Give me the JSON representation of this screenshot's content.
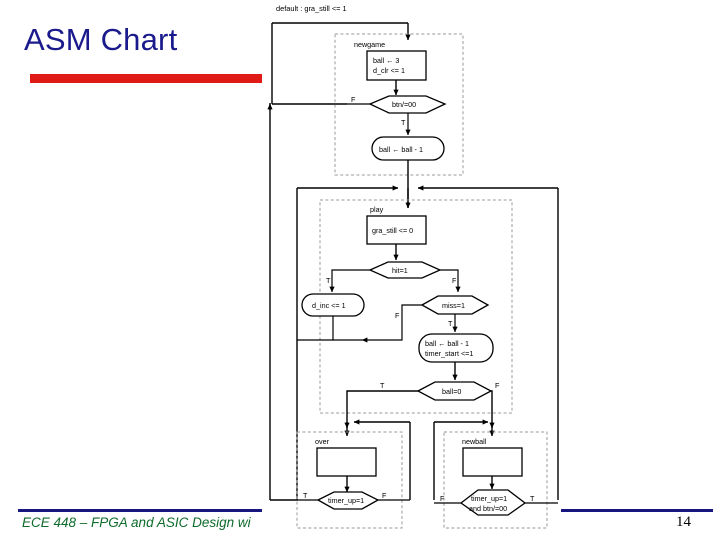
{
  "slide": {
    "title": "ASM Chart",
    "title_color": "#1a1a8c",
    "rule_color": "#e01b17",
    "footer_text": "ECE 448 – FPGA and ASIC Design wi",
    "footer_color": "#0d6b2b",
    "footer_rule_color": "#16167e",
    "page_number": "14"
  },
  "chart_data": {
    "type": "diagram",
    "title": "ASM Chart",
    "diagram_kind": "asm-chart",
    "default_annotation": "default : gra_still <= 1",
    "states": [
      {
        "name": "newgame",
        "outputs": [
          "ball ← 3",
          "d_clr <= 1"
        ],
        "decisions": [
          {
            "condition": "btn/=00",
            "true_label": "T",
            "false_label": "F"
          }
        ],
        "conditional_outputs": [
          "ball ← ball - 1"
        ]
      },
      {
        "name": "play",
        "outputs": [
          "gra_still <= 0"
        ],
        "decisions": [
          {
            "condition": "hit=1",
            "true_label": "T",
            "false_label": "F"
          },
          {
            "condition": "miss=1",
            "true_label": "T",
            "false_label": "F"
          },
          {
            "condition": "ball=0",
            "true_label": "T",
            "false_label": "F"
          }
        ],
        "conditional_outputs": [
          "d_inc <= 1",
          "ball ← ball - 1\ntimer_start <=1"
        ]
      },
      {
        "name": "over",
        "outputs": [
          ""
        ],
        "decisions": [
          {
            "condition": "timer_up=1",
            "true_label": "T",
            "false_label": "F"
          }
        ],
        "conditional_outputs": []
      },
      {
        "name": "newball",
        "outputs": [
          ""
        ],
        "decisions": [
          {
            "condition": "timer_up=1 and btn/=00",
            "true_label": "T",
            "false_label": "F"
          }
        ],
        "conditional_outputs": []
      }
    ]
  },
  "diagram": {
    "default_label": "default : gra_still <= 1",
    "state_newgame": {
      "name": "newgame",
      "box_line1": "ball ← 3",
      "box_line2": "d_clr <= 1",
      "decision": "btn/=00",
      "decision_false": "F",
      "decision_true": "T",
      "oval": "ball ←  ball - 1"
    },
    "state_play": {
      "name": "play",
      "box_line1": "gra_still <= 0",
      "decision_hit": "hit=1",
      "hit_true": "T",
      "hit_false": "F",
      "oval_dinc": "d_inc <= 1",
      "decision_miss": "miss=1",
      "miss_true": "T",
      "miss_false": "F",
      "oval_ball_line1": "ball ←  ball - 1",
      "oval_ball_line2": "timer_start <=1",
      "decision_ball0": "ball=0",
      "ball0_true": "T",
      "ball0_false": "F"
    },
    "state_over": {
      "name": "over",
      "box_text": "",
      "decision": "timer_up=1",
      "decision_true": "T",
      "decision_false": "F"
    },
    "state_newball": {
      "name": "newball",
      "box_text": "",
      "decision_line1": "timer_up=1",
      "decision_line2": "and btn/=00",
      "decision_false": "F",
      "decision_true": "T"
    }
  }
}
